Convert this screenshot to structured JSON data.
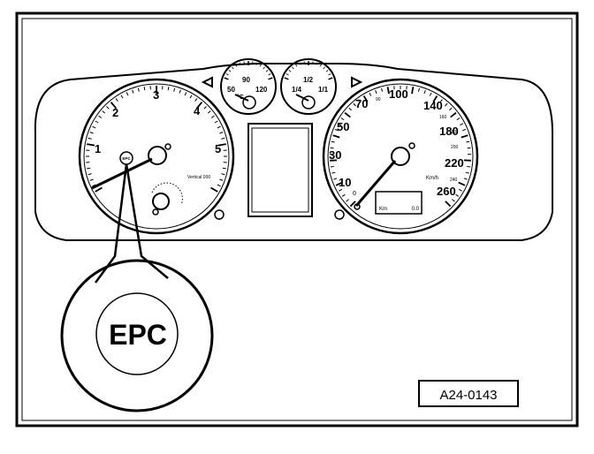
{
  "tachometer": {
    "labels": [
      "1",
      "2",
      "3",
      "4",
      "5"
    ],
    "subtext": "Vertical 000"
  },
  "speedometer": {
    "labels": [
      "10",
      "30",
      "50",
      "70",
      "100",
      "140",
      "180",
      "220",
      "260"
    ],
    "minor_labels": [
      "90",
      "160",
      "180",
      "200",
      "240"
    ],
    "zero_label": "0",
    "unit": "Km/h"
  },
  "temp_gauge": {
    "labels": [
      "50",
      "90",
      "120"
    ],
    "unit": "°C"
  },
  "fuel_gauge": {
    "labels": [
      "1/4",
      "1/2",
      "1/1"
    ]
  },
  "odometer": {
    "unit": "Km",
    "value": "0.0"
  },
  "callout": {
    "small_label": "EPC",
    "large_label": "EPC"
  },
  "reference": {
    "code": "A24-0143"
  }
}
